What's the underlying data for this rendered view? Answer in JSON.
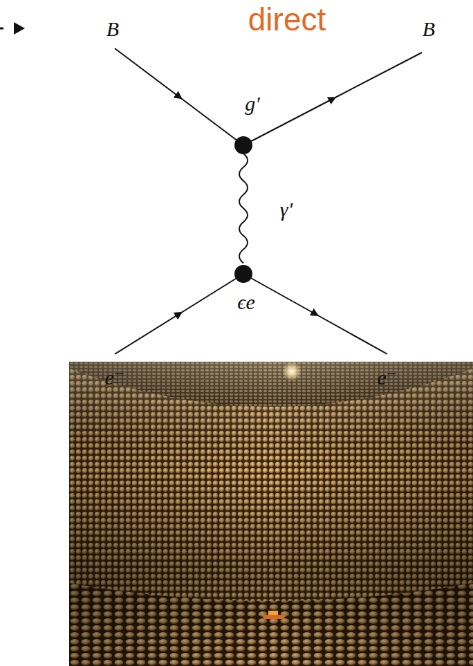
{
  "diagram": {
    "title": "direct",
    "labels": [
      "B",
      "B",
      "g′",
      "γ′",
      "ϵe",
      "e⁻",
      "e⁻"
    ]
  }
}
